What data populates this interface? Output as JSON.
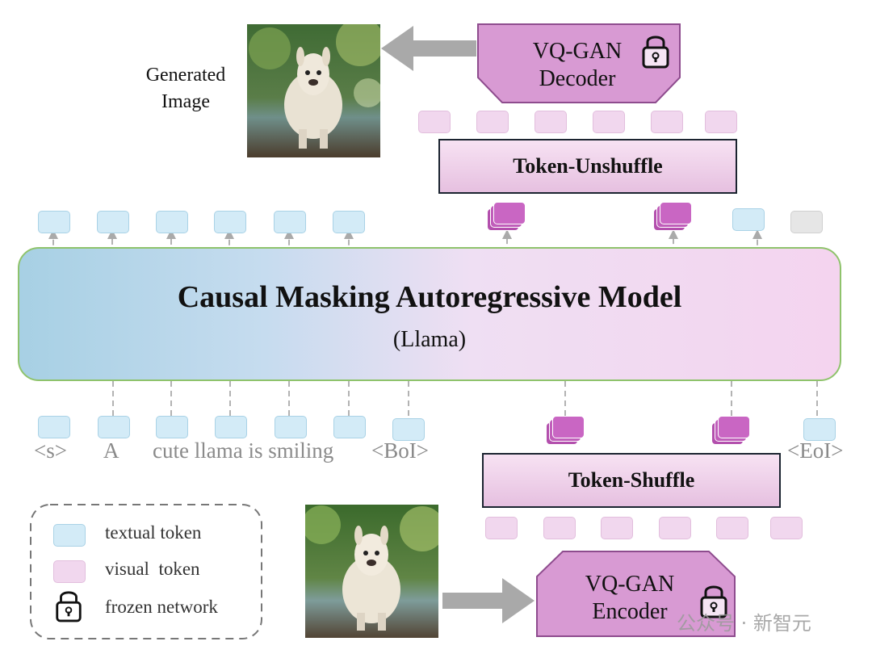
{
  "generated_image": {
    "label": "Generated\nImage"
  },
  "decoder": {
    "label_line1": "VQ-GAN",
    "label_line2": "Decoder",
    "lock_icon": "padlock-icon"
  },
  "encoder": {
    "label_line1": "VQ-GAN",
    "label_line2": "Encoder",
    "lock_icon": "padlock-icon"
  },
  "unshuffle": {
    "label": "Token-Unshuffle"
  },
  "shuffle": {
    "label": "Token-Shuffle"
  },
  "model": {
    "title": "Causal Masking Autoregressive Model",
    "subtitle": "(Llama)"
  },
  "input_labels": {
    "s": "<s>",
    "a": "A",
    "sentence": "cute llama is smiling",
    "boi": "<BoI>",
    "eoi": "<EoI>"
  },
  "legend": {
    "textual": "textual token",
    "visual": "visual  token",
    "frozen": "frozen network"
  },
  "watermark": "公众号 · 新智元",
  "colors": {
    "textual_token": "#d3ebf7",
    "visual_token": "#f1d7ee",
    "visual_stack": "#c05eba",
    "vq_gan": "#d89ad3",
    "model_border": "#8fc36c"
  }
}
